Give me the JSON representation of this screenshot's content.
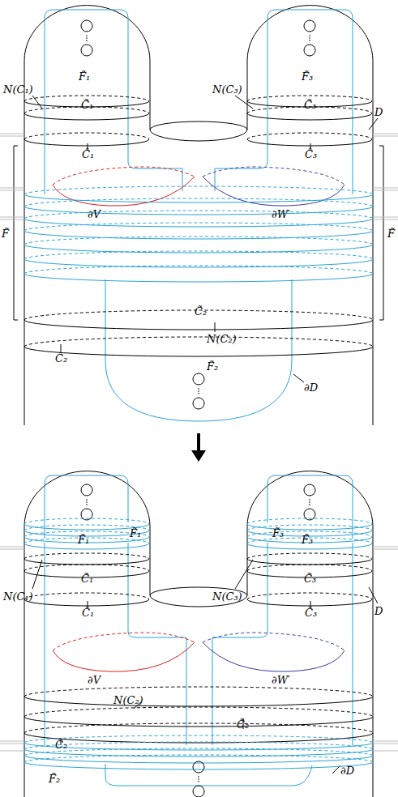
{
  "diagram": {
    "labels": [
      "F̃₁",
      "F̃₃",
      "N(C₁)",
      "C̃₁",
      "Ĉ₁",
      "N(C₃)",
      "C̃₃",
      "Ĉ₃",
      "D",
      "F̃",
      "F̃",
      "∂V",
      "∂W′",
      "C̃₂",
      "Ĉ₂",
      "N(C₂)",
      "∂D",
      "F̃₂",
      "F̃₁",
      "F̃₁",
      "F̃₃",
      "F̃₃",
      "N(C₁)",
      "C̃₁",
      "Ĉ₁",
      "N(C₃)",
      "C̃₃",
      "Ĉ₃",
      "D",
      "∂V",
      "∂W′",
      "N(C₂)",
      "C̃₂",
      "Ĉ₂",
      "F̃₂",
      "∂D"
    ]
  }
}
